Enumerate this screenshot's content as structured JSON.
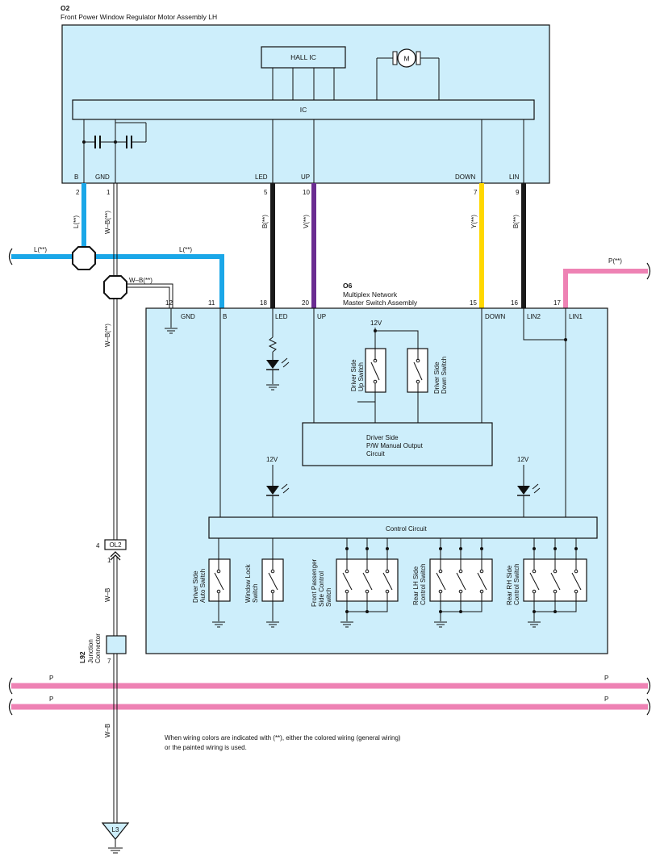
{
  "o2": {
    "code": "O2",
    "title": "Front Power Window Regulator Motor Assembly LH",
    "hall_ic": "HALL IC",
    "ic": "IC",
    "motor": "M",
    "terminals": {
      "b": "B",
      "gnd": "GND",
      "led": "LED",
      "up": "UP",
      "down": "DOWN",
      "lin": "LIN"
    },
    "pins": {
      "b": "2",
      "gnd": "1",
      "led": "5",
      "up": "10",
      "down": "7",
      "lin": "9"
    }
  },
  "o6": {
    "code": "O6",
    "title_line1": "Multiplex Network",
    "title_line2": "Master Switch Assembly",
    "terminals": {
      "gnd": "GND",
      "b": "B",
      "led": "LED",
      "up": "UP",
      "down": "DOWN",
      "lin2": "LIN2",
      "lin1": "LIN1"
    },
    "pins": {
      "gnd": "12",
      "b": "11",
      "led": "18",
      "up": "20",
      "down": "15",
      "lin2": "16",
      "lin1": "17"
    },
    "v12": "12V",
    "output_circuit": [
      "Driver Side",
      "P/W Manual Output",
      "Circuit"
    ],
    "control_circuit": "Control Circuit",
    "up_switch": [
      "Driver Side",
      "Up Switch"
    ],
    "down_switch": [
      "Driver Side",
      "Down Switch"
    ],
    "auto_switch": [
      "Driver Side",
      "Auto Switch"
    ],
    "lock_switch": [
      "Window  Lock",
      "Switch"
    ],
    "front_pass_switch": [
      "Front Passenger",
      "Side Control",
      "Switch"
    ],
    "rear_lh_switch": [
      "Rear LH Side",
      "Control Switch"
    ],
    "rear_rh_switch": [
      "Rear RH Side",
      "Control Switch"
    ]
  },
  "wires": {
    "l_star": "L(**)",
    "wb_star": "W–B(**)",
    "b_star": "B(**)",
    "v_star": "V(**)",
    "y_star": "Y(**)",
    "p_star": "P(**)",
    "wb": "W–B",
    "p": "P"
  },
  "connectors": {
    "ol2": "OL2",
    "ol2_pin": "4",
    "ol2_pin2": "1",
    "l92_code": "L92",
    "l92_line1": "Junction",
    "l92_line2": "Connector",
    "l92_pin": "7",
    "l3": "L3"
  },
  "note": {
    "line1": "When wiring colors are indicated with (**),  either the colored wiring (general wiring)",
    "line2": "or the painted wiring is used."
  },
  "colors": {
    "box_fill": "#cdeefb",
    "blue_wire": "#1aa7e8",
    "black_wire": "#1a1a1a",
    "violet_wire": "#6a2c91",
    "yellow_wire": "#ffd800",
    "pink_wire": "#ee82b4"
  }
}
